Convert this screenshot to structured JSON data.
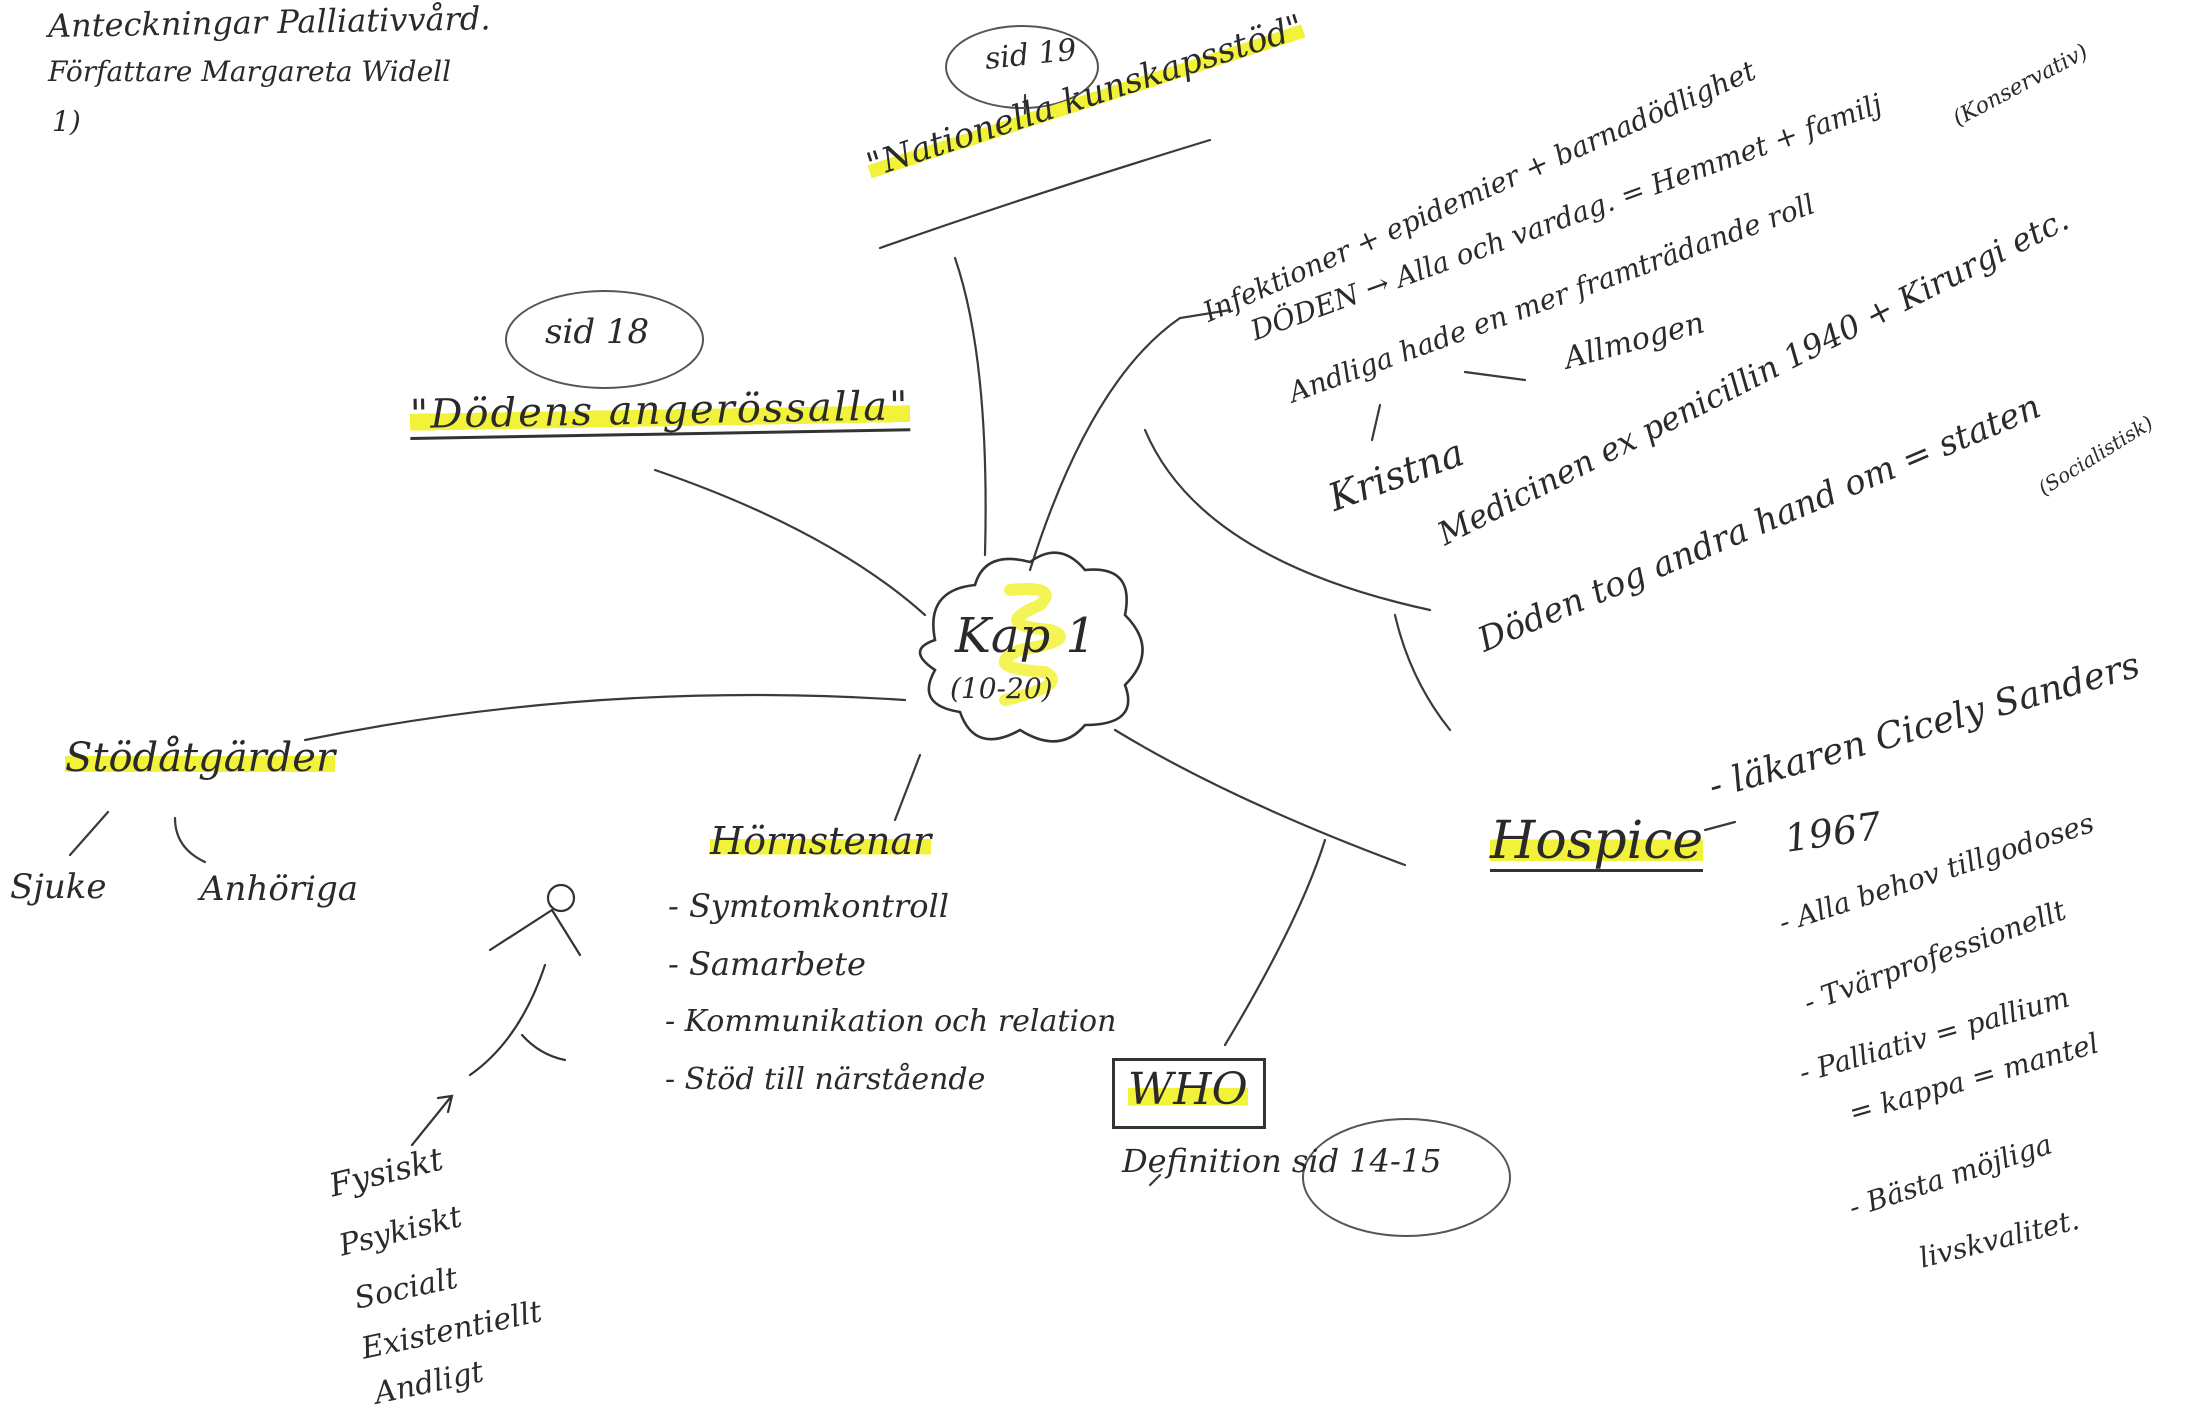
{
  "header": {
    "line1": "Anteckningar Palliativvård.",
    "line2": "Författare Margareta Widell",
    "page": "1)"
  },
  "center": {
    "title": "Kap 1",
    "pages": "(10-20)"
  },
  "refs": {
    "sid19": "sid 19",
    "sid18": "sid 18"
  },
  "branches": {
    "nationella": "\"Nationella kunskapsstöd\"",
    "dodens_angerossalla": "\"Dödens angerössalla\"",
    "stodaltgarder": "Stödåtgärder",
    "sjuke": "Sjuke",
    "anhoriga": "Anhöriga",
    "horustenar": "Hörnstenar",
    "horustenar_items": [
      "- Symtomkontroll",
      "- Samarbete",
      "- Kommunikation och relation",
      "- Stöd till närstående"
    ],
    "who": "WHO",
    "who_def": "Definition sid 14-15",
    "dimensions": [
      "Fysiskt",
      "Psykiskt",
      "Socialt",
      "Existentiellt",
      "Andligt"
    ],
    "history": [
      "Infektioner + epidemier + barnadödlighet",
      "DÖDEN → Alla och vardag. = Hemmet + familj",
      "Andliga hade en mer framträdande roll",
      "Kristna",
      "Allmogen",
      "Medicinen ex penicillin 1940 + Kirurgi etc.",
      "Döden tog andra hand om = staten"
    ],
    "konservativ": "(Konservativ)",
    "socialistisk": "(Socialistisk)",
    "hospice": "Hospice",
    "hospice_who": "- läkaren Cicely Sanders",
    "hospice_year": "1967",
    "hospice_items": [
      "- Alla behov tillgodoses",
      "- Tvärprofessionellt",
      "- Palliativ = pallium",
      "= kappa = mantel",
      "- Bästa möjliga",
      "livskvalitet."
    ]
  }
}
